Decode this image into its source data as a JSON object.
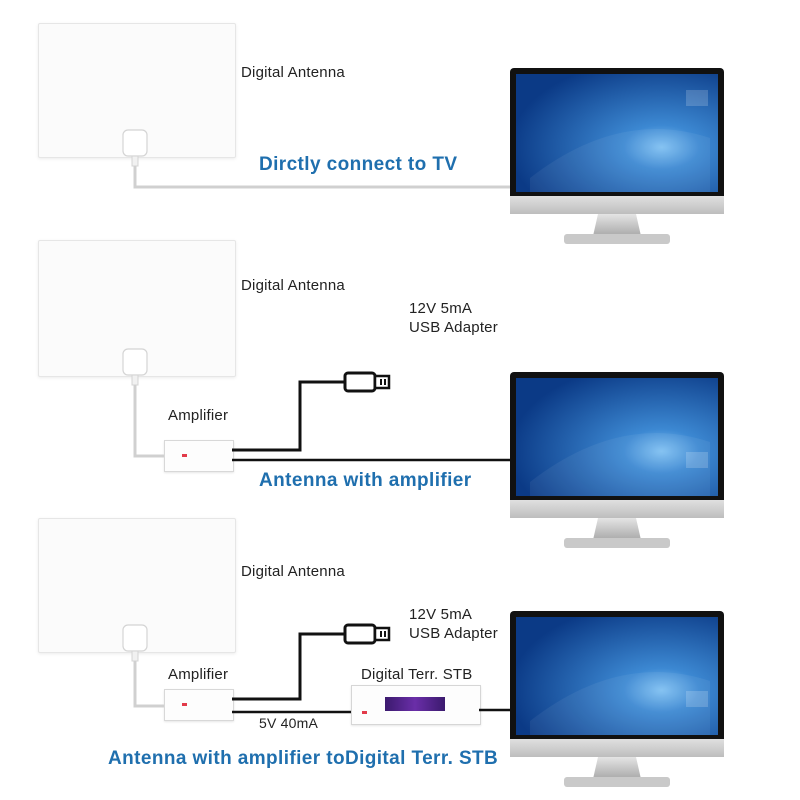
{
  "panels": [
    {
      "antenna_label": "Digital Antenna",
      "caption": "Dirctly connect to TV"
    },
    {
      "antenna_label": "Digital Antenna",
      "adapter_label_line1": "12V 5mA",
      "adapter_label_line2": "USB Adapter",
      "amplifier_label": "Amplifier",
      "caption": "Antenna with amplifier"
    },
    {
      "antenna_label": "Digital Antenna",
      "adapter_label_line1": "12V 5mA",
      "adapter_label_line2": "USB Adapter",
      "amplifier_label": "Amplifier",
      "stb_label": "Digital Terr. STB",
      "power_label": "5V 40mA",
      "caption": "Antenna with amplifier toDigital Terr. STB"
    }
  ],
  "colors": {
    "caption": "#1f6fae",
    "cable_thin": "#d0d0d0",
    "cable_power": "#111111",
    "monitor_bezel": "#111111",
    "monitor_screen": "#1f5fb0",
    "monitor_stand": "#c8c8c8"
  },
  "icons": [
    "antenna-panel",
    "amplifier-box",
    "usb-plug-icon",
    "monitor",
    "set-top-box"
  ]
}
